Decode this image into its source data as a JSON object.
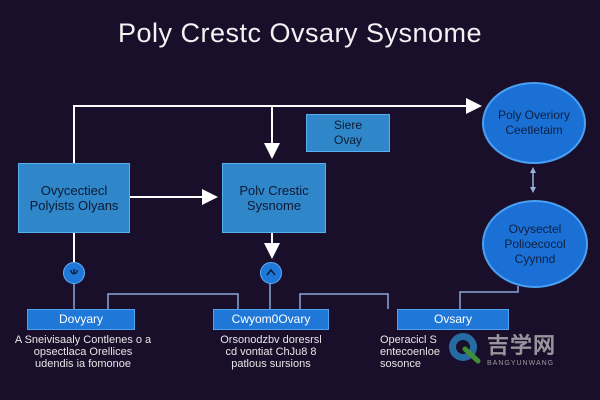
{
  "title": "Poly Crestc Ovsary Sysnome",
  "boxes": {
    "left": "Ovycectiecl\nPolyists Olyans",
    "center": "Polv Crestic\nSysnome",
    "small": "Siere\nOvay",
    "ellipse_top": "Poly Overiory\nCeetletaim",
    "ellipse_bottom": "Ovysectel\nPolioecocol\nCyynnd"
  },
  "pills": {
    "left": "Dovyary",
    "center": "Cwyom0Ovary",
    "right": "Ovsary"
  },
  "notes": {
    "left": "A Sneivisaaly Contlenes o a\nopsectlaca Orellices\nudendis ia fomonoe",
    "center": "Orsonodzbv doresrsl\ncd vontiat ChJu8 8\npatlous sursions",
    "right": "Operacicl S\nentecoenloe\nsosonce"
  },
  "icons": [
    "person-icon",
    "person-icon",
    "swap-arrows-icon",
    "logo-icon"
  ],
  "watermark": {
    "cn": "吉学网",
    "en": "BANGYUNWANG"
  },
  "colors": {
    "background": "#1a0f2a",
    "box": "#2f86c8",
    "pill": "#1f78d8",
    "line": "#e8e8e8",
    "connector": "#8aa6d8"
  }
}
